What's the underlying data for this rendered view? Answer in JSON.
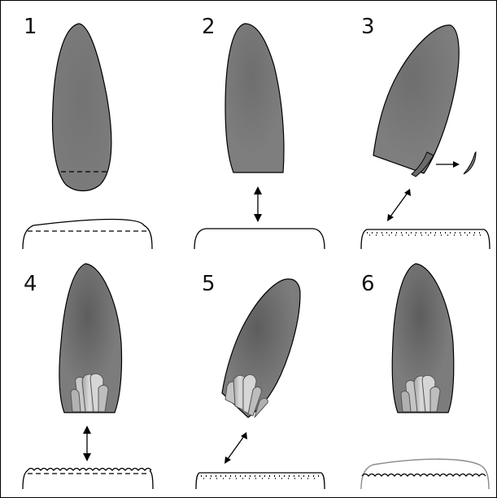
{
  "steps": [
    {
      "number": "1"
    },
    {
      "number": "2"
    },
    {
      "number": "3"
    },
    {
      "number": "4"
    },
    {
      "number": "5"
    },
    {
      "number": "6"
    }
  ],
  "colors": {
    "capsule_fill": "#7a7a7a",
    "capsule_dark": "#555555",
    "outline": "#000000",
    "deposit_light": "#d8d8d8",
    "deposit_mid": "#b8b8b8",
    "final_cap": "#8a8a8a"
  }
}
